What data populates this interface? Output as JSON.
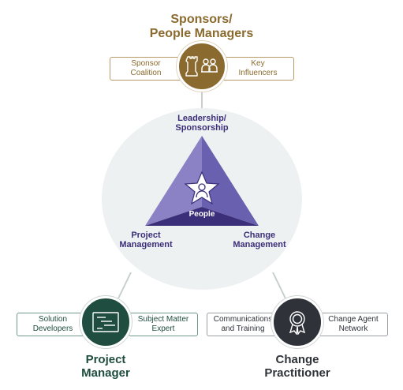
{
  "colors": {
    "gold": "#8a6a2e",
    "green": "#1f4d3f",
    "slate": "#2f3339",
    "purple": "#3b2f7a",
    "purple_light": "#8a82c4",
    "purple_mid": "#6a60b0",
    "big_circle": "#eef1f1",
    "connector": "#c8cfcf"
  },
  "sponsors": {
    "title": "Sponsors/\nPeople Managers",
    "left_box": "Sponsor\nCoalition",
    "right_box": "Key\nInfluencers",
    "icon": "chess-rook-and-people-icon"
  },
  "triangle": {
    "top_label": "Leadership/\nSponsorship",
    "left_label": "Project\nManagement",
    "right_label": "Change\nManagement",
    "center_label": "People",
    "center_icon": "star-person-icon"
  },
  "project_manager": {
    "title": "Project\nManager",
    "left_box": "Solution\nDevelopers",
    "right_box": "Subject Matter\nExpert",
    "icon": "gantt-chart-icon"
  },
  "change_practitioner": {
    "title": "Change\nPractitioner",
    "left_box": "Communications\nand Training",
    "right_box": "Change Agent\nNetwork",
    "icon": "award-badge-icon"
  }
}
